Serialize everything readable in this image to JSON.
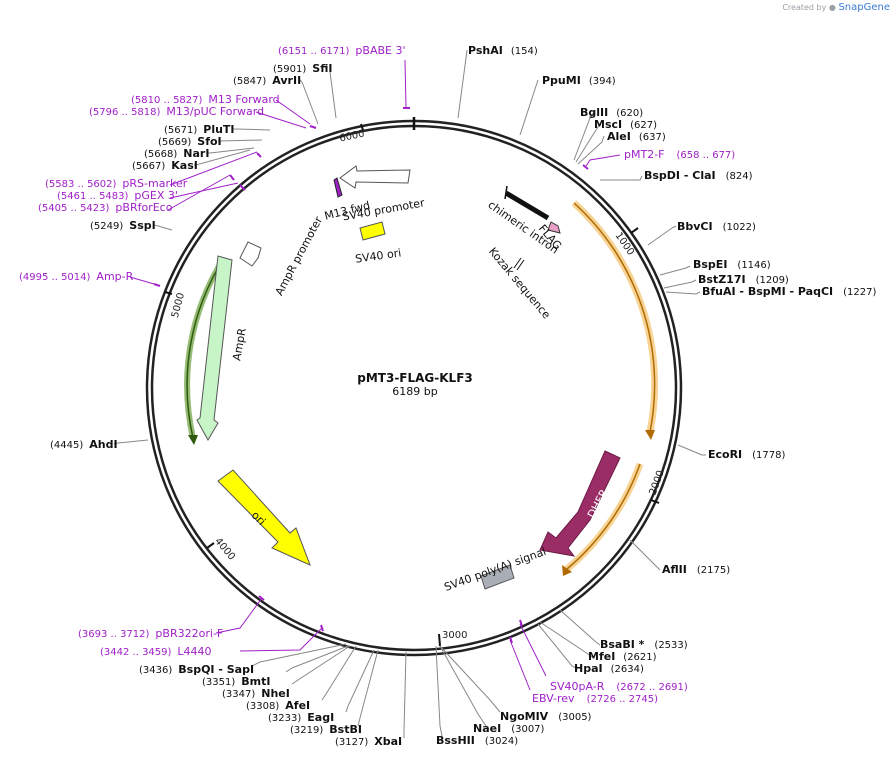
{
  "brand": {
    "prefix": "Created by",
    "name": "SnapGene"
  },
  "plasmid": {
    "name": "pMT3-FLAG-KLF3",
    "length_label": "6189 bp",
    "length": 6189
  },
  "ticks": [
    "1000",
    "2000",
    "3000",
    "4000",
    "5000",
    "6000"
  ],
  "enzymes": [
    {
      "name": "PshAI",
      "pos": "(154)"
    },
    {
      "name": "PpuMI",
      "pos": "(394)"
    },
    {
      "name": "BglII",
      "pos": "(620)"
    },
    {
      "name": "MscI",
      "pos": "(627)"
    },
    {
      "name": "AleI",
      "pos": "(637)"
    },
    {
      "name": "BspDI - ClaI",
      "pos": "(824)"
    },
    {
      "name": "BbvCI",
      "pos": "(1022)"
    },
    {
      "name": "BspEI",
      "pos": "(1146)"
    },
    {
      "name": "BstZ17I",
      "pos": "(1209)"
    },
    {
      "name": "BfuAI - BspMI - PaqCI",
      "pos": "(1227)"
    },
    {
      "name": "EcoRI",
      "pos": "(1778)"
    },
    {
      "name": "AflII",
      "pos": "(2175)"
    },
    {
      "name": "BsaBI *",
      "pos": "(2533)"
    },
    {
      "name": "MfeI",
      "pos": "(2621)"
    },
    {
      "name": "HpaI",
      "pos": "(2634)"
    },
    {
      "name": "NgoMIV",
      "pos": "(3005)"
    },
    {
      "name": "NaeI",
      "pos": "(3007)"
    },
    {
      "name": "BssHII",
      "pos": "(3024)"
    },
    {
      "name": "XbaI",
      "pos": "(3127)"
    },
    {
      "name": "BstBI",
      "pos": "(3219)"
    },
    {
      "name": "EagI",
      "pos": "(3233)"
    },
    {
      "name": "AfeI",
      "pos": "(3308)"
    },
    {
      "name": "NheI",
      "pos": "(3347)"
    },
    {
      "name": "BmtI",
      "pos": "(3351)"
    },
    {
      "name": "BspQI - SapI",
      "pos": "(3436)"
    },
    {
      "name": "AhdI",
      "pos": "(4445)"
    },
    {
      "name": "SspI",
      "pos": "(5249)"
    },
    {
      "name": "KasI",
      "pos": "(5667)"
    },
    {
      "name": "NarI",
      "pos": "(5668)"
    },
    {
      "name": "SfoI",
      "pos": "(5669)"
    },
    {
      "name": "PluTI",
      "pos": "(5671)"
    },
    {
      "name": "AvrII",
      "pos": "(5847)"
    },
    {
      "name": "SfiI",
      "pos": "(5901)"
    }
  ],
  "primers": [
    {
      "name": "pBABE 3'",
      "range": "(6151 .. 6171)"
    },
    {
      "name": "M13 Forward",
      "range": "(5810 .. 5827)"
    },
    {
      "name": "M13/pUC Forward",
      "range": "(5796 .. 5818)"
    },
    {
      "name": "pRS-marker",
      "range": "(5583 .. 5602)"
    },
    {
      "name": "pGEX 3'",
      "range": "(5461 .. 5483)"
    },
    {
      "name": "pBRforEco",
      "range": "(5405 .. 5423)"
    },
    {
      "name": "Amp-R",
      "range": "(4995 .. 5014)"
    },
    {
      "name": "pMT2-F",
      "range": "(658 .. 677)"
    },
    {
      "name": "SV40pA-R",
      "range": "(2672 .. 2691)"
    },
    {
      "name": "EBV-rev",
      "range": "(2726 .. 2745)"
    },
    {
      "name": "pBR322ori-F",
      "range": "(3693 .. 3712)"
    },
    {
      "name": "L4440",
      "range": "(3442 .. 3459)"
    }
  ],
  "features": [
    {
      "name": "M13 fwd"
    },
    {
      "name": "SV40 promoter"
    },
    {
      "name": "SV40 ori"
    },
    {
      "name": "chimeric intron"
    },
    {
      "name": "FLAG"
    },
    {
      "name": "Kozak sequence"
    },
    {
      "name": "AmpR promoter"
    },
    {
      "name": "AmpR"
    },
    {
      "name": "ori"
    },
    {
      "name": "DHFR"
    },
    {
      "name": "SV40 poly(A) signal"
    }
  ],
  "colors": {
    "backbone": "#222222",
    "primer": "#a020c8",
    "orf": "#f0a020",
    "dhfr": "#9b2d66",
    "ori": "#ffff00",
    "ampr": "#c8f5c8",
    "promoter": "#ffffff",
    "polyA": "#a9adb5"
  }
}
